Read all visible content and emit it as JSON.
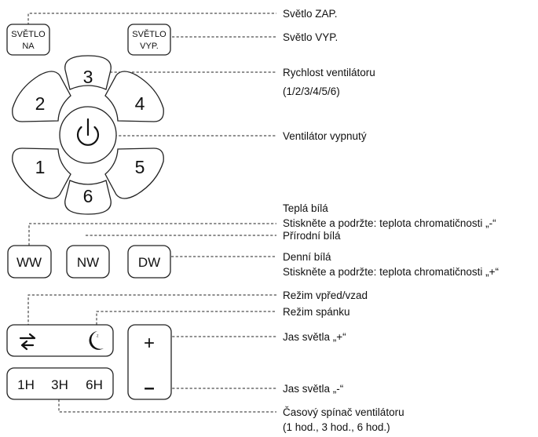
{
  "remote": {
    "light_on_button": [
      "SVĚTLO",
      "NA"
    ],
    "light_off_button": [
      "SVĚTLO",
      "VYP."
    ],
    "speed_buttons": [
      "1",
      "2",
      "3",
      "4",
      "5",
      "6"
    ],
    "color_buttons": [
      "WW",
      "NW",
      "DW"
    ],
    "timer_button": [
      "1H",
      "3H",
      "6H"
    ],
    "plus_symbol": "+",
    "minus_symbol": "–",
    "icons": [
      "reverse-arrows-icon",
      "moon-sleep-icon",
      "power-icon"
    ]
  },
  "labels": {
    "light_on": "Světlo ZAP.",
    "light_off": "Světlo VYP.",
    "fan_speed": "Rychlost ventilátoru",
    "fan_speed_values": "(1/2/3/4/5/6)",
    "fan_off": "Ventilátor vypnutý",
    "warm_white": "Teplá bílá",
    "warm_white_hold": "Stiskněte a podržte: teplota chromatičnosti „-“",
    "natural_white": "Přírodní bílá",
    "day_white": "Denní bílá",
    "day_white_hold": "Stiskněte a podržte: teplota chromatičnosti „+“",
    "direction_mode": "Režim vpřed/vzad",
    "sleep_mode": "Režim spánku",
    "brightness_plus": "Jas světla „+“",
    "brightness_minus": "Jas světla „-“",
    "fan_timer": "Časový spínač ventilátoru",
    "fan_timer_values": "(1 hod., 3 hod., 6 hod.)"
  }
}
